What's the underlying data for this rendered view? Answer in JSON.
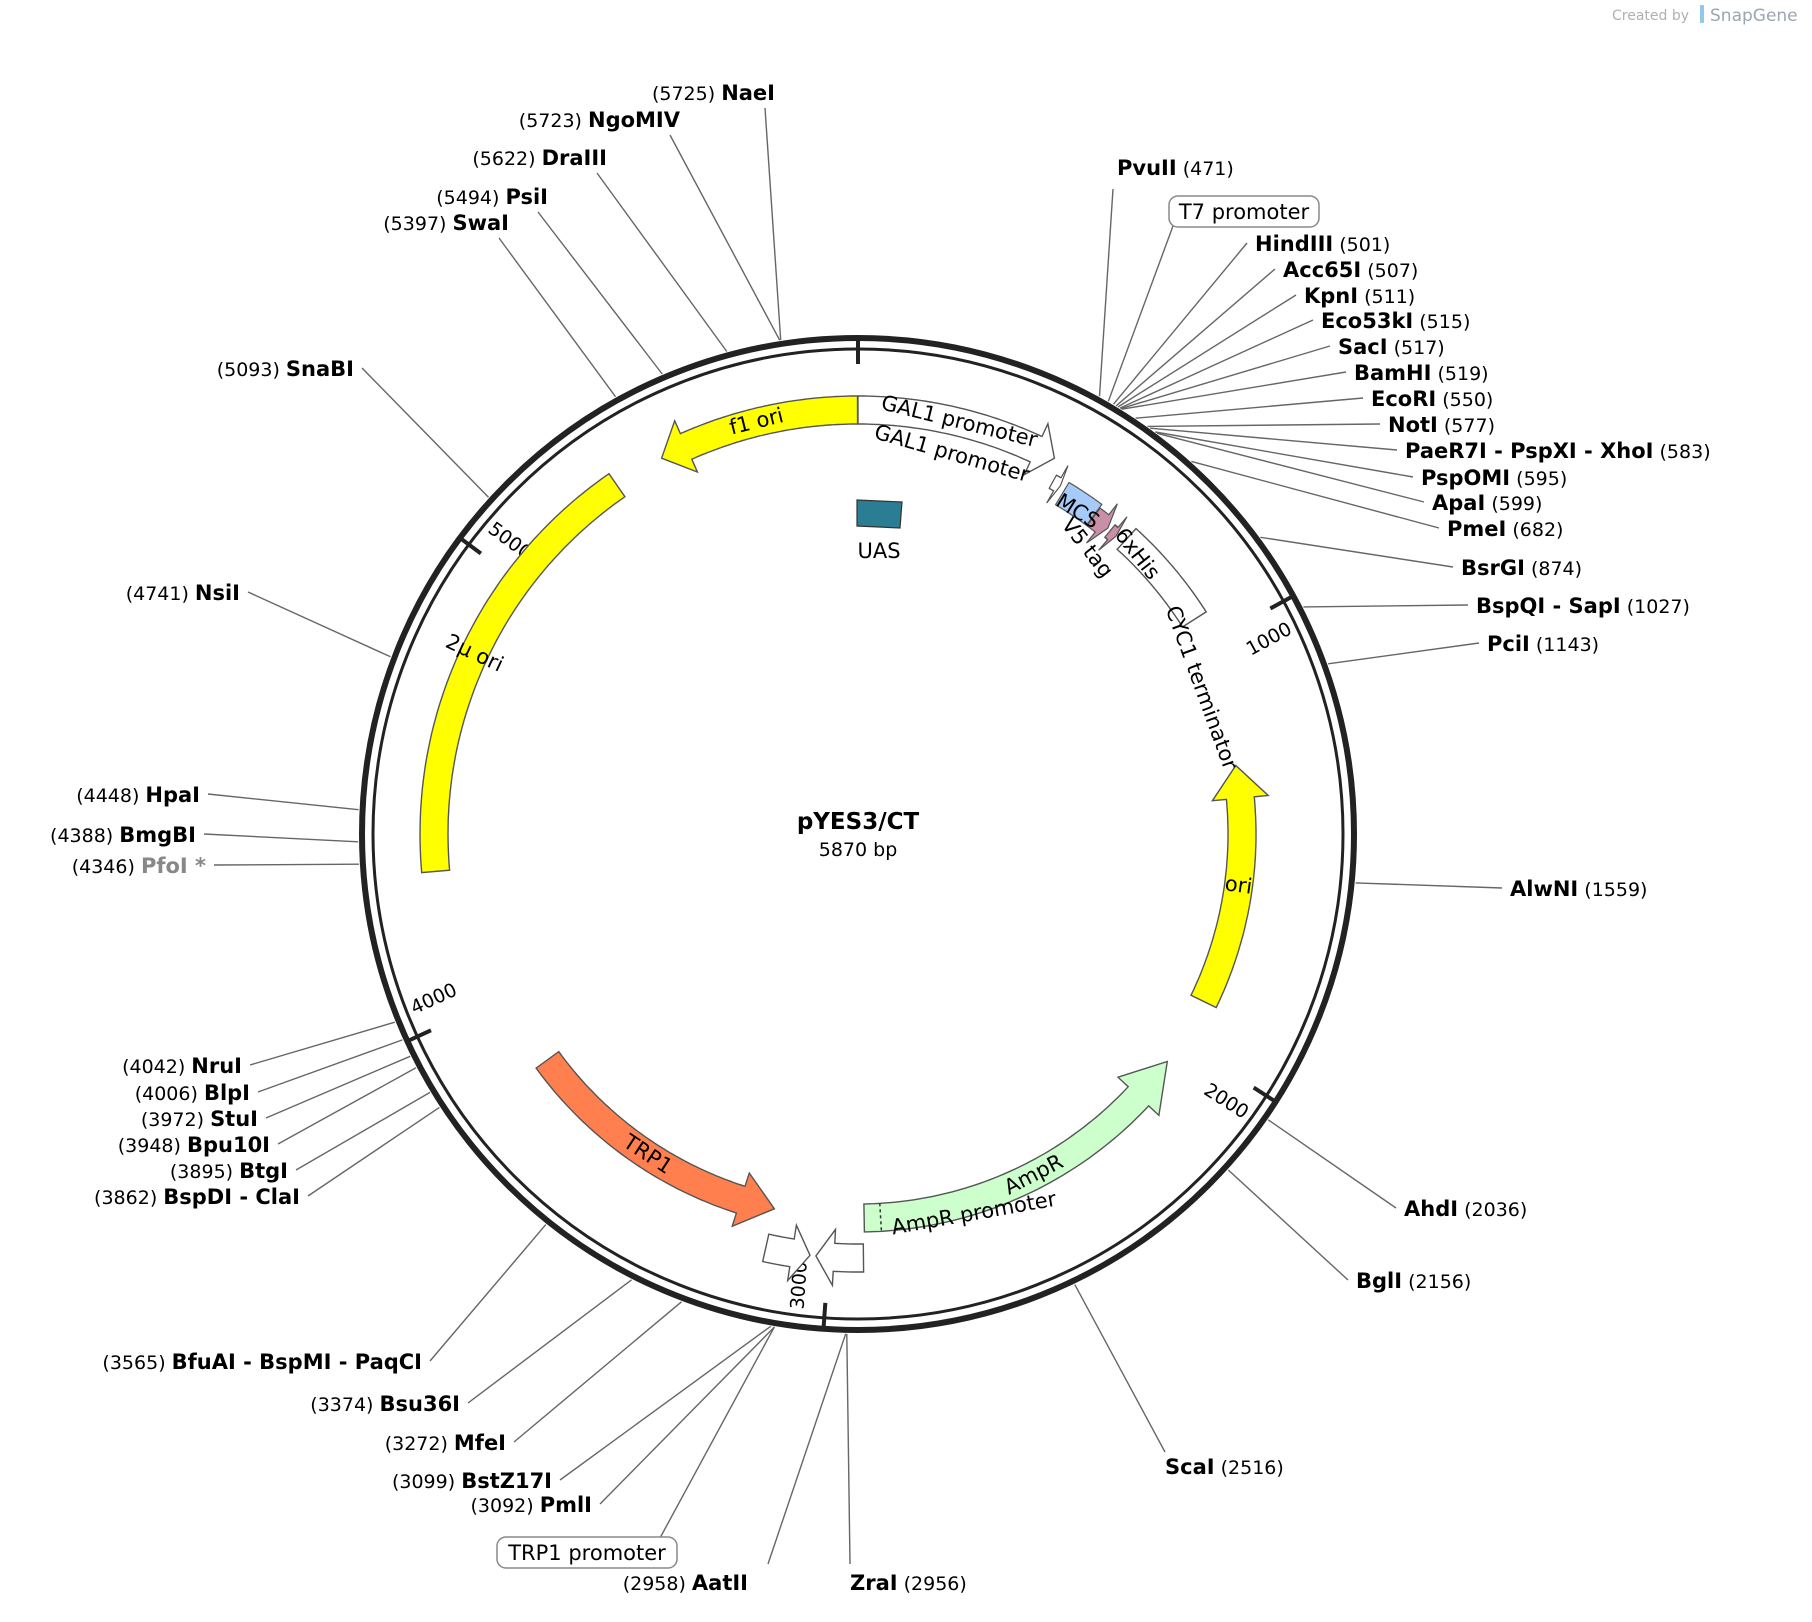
{
  "brand": {
    "created_by": "Created by",
    "product": "SnapGene"
  },
  "plasmid": {
    "name": "pYES3/CT",
    "length_text": "5870 bp",
    "length_bp": 5870
  },
  "colors": {
    "yellow": "#ffff00",
    "blue": "#a7cbf9",
    "teal": "#2b7d94",
    "pink": "#c98ea8",
    "green": "#ccffcc",
    "orange": "#ff7f4f",
    "white": "#ffffff"
  },
  "ticks": [
    {
      "bp": 0,
      "label": ""
    },
    {
      "bp": 1000,
      "label": "1000"
    },
    {
      "bp": 2000,
      "label": "2000"
    },
    {
      "bp": 3000,
      "label": "3000"
    },
    {
      "bp": 4000,
      "label": "4000"
    },
    {
      "bp": 5000,
      "label": "5000"
    }
  ],
  "features": [
    {
      "name": "GAL1 promoter",
      "start": 0,
      "end": 450,
      "dir": 1,
      "color": "#ffffff",
      "label_angle": 26
    },
    {
      "name": "f1 ori",
      "start": 5420,
      "end": 5869,
      "dir": -1,
      "color": "#ffff00",
      "label_angle": -12
    },
    {
      "name": "2μ ori",
      "start": 4320,
      "end": 5305,
      "dir": 0,
      "color": "#ffff00",
      "label_angle": -35
    },
    {
      "name": "MCS",
      "start": 505,
      "end": 595,
      "dir": 0,
      "color": "#a7cbf9"
    },
    {
      "name": "V5 tag",
      "start": 597,
      "end": 640,
      "dir": 1,
      "color": "#c98ea8"
    },
    {
      "name": "6xHis",
      "start": 648,
      "end": 667,
      "dir": 1,
      "color": "#c98ea8"
    },
    {
      "name": "CYC1 terminator",
      "start": 690,
      "end": 937,
      "dir": 0,
      "color": "#ffffff"
    },
    {
      "name": "ori",
      "start": 1300,
      "end": 1889,
      "dir": -1,
      "color": "#ffff00",
      "label_angle": 95
    },
    {
      "name": "AmpR",
      "start": 2060,
      "end": 2920,
      "dir": -1,
      "color": "#ccffcc",
      "label_angle": 143
    },
    {
      "name": "AmpR promoter",
      "start": 2923,
      "end": 3028,
      "dir": 1,
      "color": "#ffffff"
    },
    {
      "name": "TRP1",
      "start": 3140,
      "end": 3815,
      "dir": -1,
      "color": "#ff7f4f",
      "label_angle": 212
    },
    {
      "name": "TRP1 promoter",
      "start": 3041,
      "end": 3140,
      "dir": -1,
      "color": "#ffffff"
    },
    {
      "name": "UAS",
      "color": "#2b7d94"
    }
  ],
  "sites": [
    {
      "pos": "(5725)",
      "name": "NaeI"
    },
    {
      "pos": "(5723)",
      "name": "NgoMIV"
    },
    {
      "pos": "(5622)",
      "name": "DraIII"
    },
    {
      "pos": "(5494)",
      "name": "PsiI"
    },
    {
      "pos": "(5397)",
      "name": "SwaI"
    },
    {
      "pos": "(5093)",
      "name": "SnaBI"
    },
    {
      "pos": "(4741)",
      "name": "NsiI"
    },
    {
      "pos": "(4448)",
      "name": "HpaI"
    },
    {
      "pos": "(4388)",
      "name": "BmgBI"
    },
    {
      "pos": "(4346)",
      "name": "PfoI *",
      "dim": true
    },
    {
      "pos": "(4042)",
      "name": "NruI"
    },
    {
      "pos": "(4006)",
      "name": "BlpI"
    },
    {
      "pos": "(3972)",
      "name": "StuI"
    },
    {
      "pos": "(3948)",
      "name": "Bpu10I"
    },
    {
      "pos": "(3895)",
      "name": "BtgI"
    },
    {
      "pos": "(3862)",
      "name": "BspDI",
      "extra": [
        "ClaI"
      ]
    },
    {
      "pos": "(3565)",
      "name": "BfuAI",
      "extra": [
        "BspMI",
        "PaqCI"
      ]
    },
    {
      "pos": "(3374)",
      "name": "Bsu36I"
    },
    {
      "pos": "(3272)",
      "name": "MfeI"
    },
    {
      "pos": "(3099)",
      "name": "BstZ17I"
    },
    {
      "pos": "(3092)",
      "name": "PmlI"
    },
    {
      "pos": "(2958)",
      "name": "AatII"
    },
    {
      "pos": "(2956)",
      "name": "ZraI"
    },
    {
      "pos": "(2516)",
      "name": "ScaI"
    },
    {
      "pos": "(2156)",
      "name": "BglI"
    },
    {
      "pos": "(2036)",
      "name": "AhdI"
    },
    {
      "pos": "(1559)",
      "name": "AlwNI"
    },
    {
      "pos": "(1143)",
      "name": "PciI"
    },
    {
      "pos": "(1027)",
      "name": "BspQI",
      "extra": [
        "SapI"
      ]
    },
    {
      "pos": "(874)",
      "name": "BsrGI"
    },
    {
      "pos": "(682)",
      "name": "PmeI"
    },
    {
      "pos": "(599)",
      "name": "ApaI"
    },
    {
      "pos": "(595)",
      "name": "PspOMI"
    },
    {
      "pos": "(583)",
      "name": "PaeR7I",
      "extra": [
        "PspXI",
        "XhoI"
      ]
    },
    {
      "pos": "(577)",
      "name": "NotI"
    },
    {
      "pos": "(550)",
      "name": "EcoRI"
    },
    {
      "pos": "(519)",
      "name": "BamHI"
    },
    {
      "pos": "(517)",
      "name": "SacI"
    },
    {
      "pos": "(515)",
      "name": "Eco53kI"
    },
    {
      "pos": "(511)",
      "name": "KpnI"
    },
    {
      "pos": "(507)",
      "name": "Acc65I"
    },
    {
      "pos": "(501)",
      "name": "HindIII"
    },
    {
      "pos": "(471)",
      "name": "PvuII"
    }
  ],
  "boxed_labels": [
    "T7 promoter",
    "TRP1 promoter"
  ]
}
